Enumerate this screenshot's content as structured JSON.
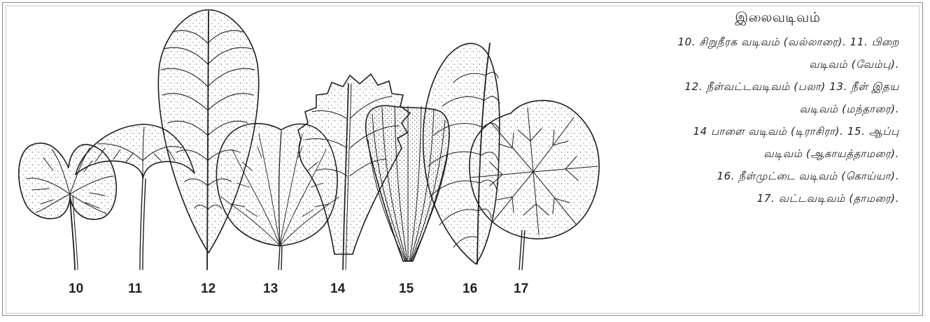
{
  "caption": {
    "title": "இலைவடிவம்",
    "lines": [
      "10.  சிறுநீரக வடிவம்  (வல்லாரை).  11.   பிறை",
      "வடிவம் (வேம்பு).",
      "12.   நீள்வட்டவடிவம் (பலா)  13.  நீள் இதய",
      "வடிவம்   (மந்தாரை).",
      "14   பாளை வடிவம் (டிராசிரா).  15.  ஆப்பு",
      "வடிவம்   (ஆகாயத்தாமரை).",
      "16.   நீள்முட்டை வடிவம் (கொய்யா).",
      "17.   வட்டவடிவம் (தாமரை)."
    ]
  },
  "leaves": [
    {
      "number": "10",
      "shape": "kidney"
    },
    {
      "number": "11",
      "shape": "crescent"
    },
    {
      "number": "12",
      "shape": "elliptic"
    },
    {
      "number": "13",
      "shape": "oblong-cordate"
    },
    {
      "number": "14",
      "shape": "spatulate"
    },
    {
      "number": "15",
      "shape": "cuneate"
    },
    {
      "number": "16",
      "shape": "ovate"
    },
    {
      "number": "17",
      "shape": "orbicular"
    }
  ],
  "colors": {
    "ink": "#1e1e1e",
    "stipple": "#6a6a6a",
    "frame": "#8a8a8a"
  }
}
